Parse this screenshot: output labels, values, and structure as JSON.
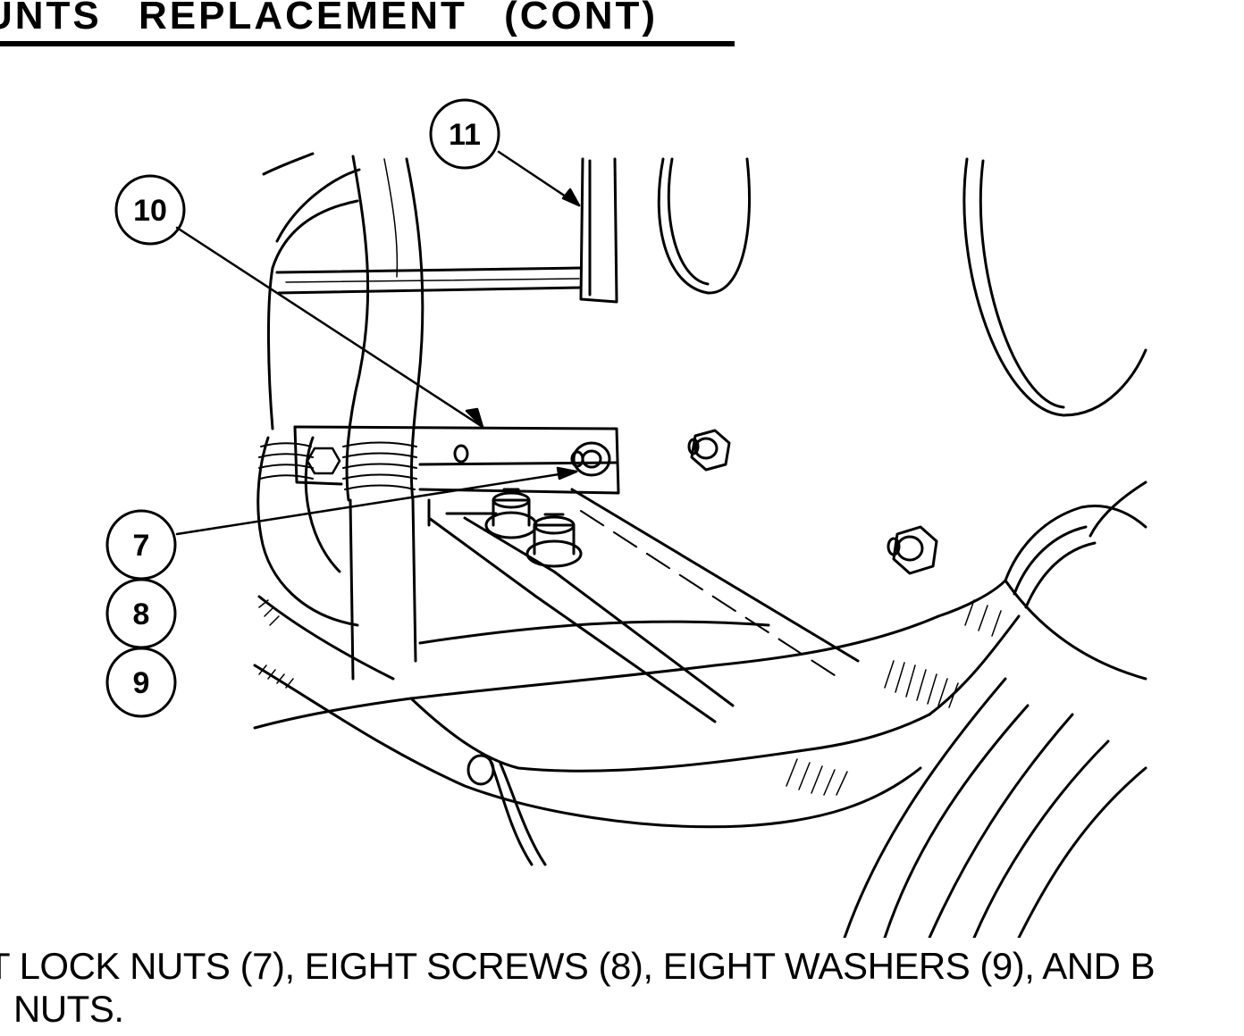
{
  "heading": {
    "title": "UNTS REPLACEMENT (CONT)"
  },
  "figure": {
    "callouts": [
      {
        "id": "7",
        "label": "7"
      },
      {
        "id": "8",
        "label": "8"
      },
      {
        "id": "9",
        "label": "9"
      },
      {
        "id": "10",
        "label": "10"
      },
      {
        "id": "11",
        "label": "11"
      }
    ]
  },
  "instruction": {
    "line1": "T LOCK NUTS (7), EIGHT SCREWS (8), EIGHT WASHERS  (9), AND B",
    "line2": "NUTS."
  }
}
